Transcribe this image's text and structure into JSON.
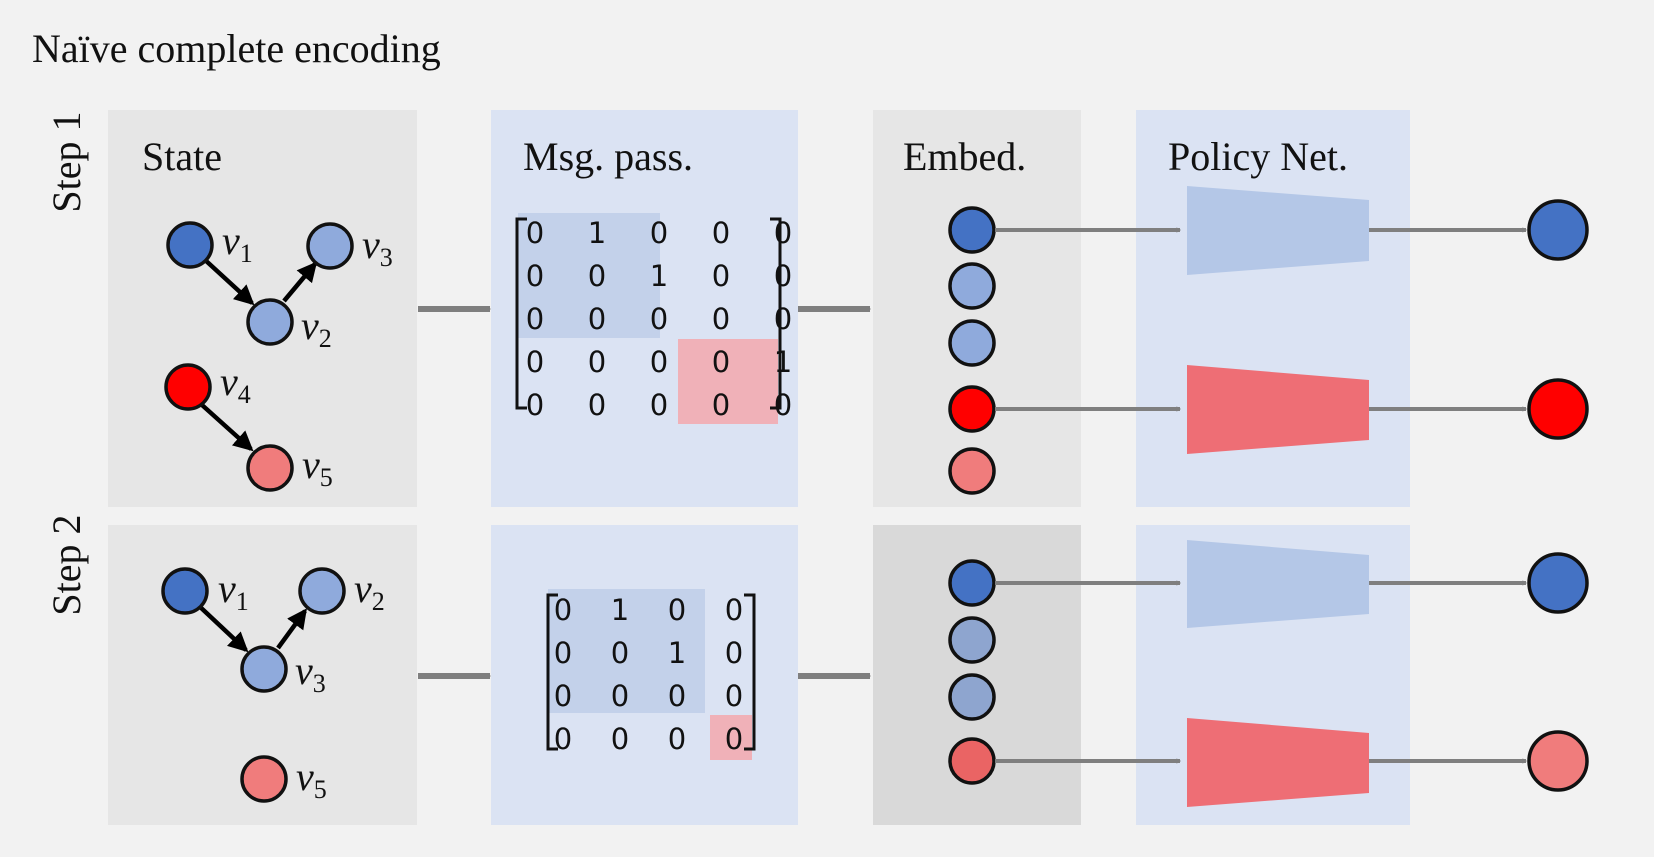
{
  "title": "Naïve complete encoding",
  "colors": {
    "background": "#f2f2f2",
    "gray_panel": "#e6e6e6",
    "gray_panel_dark": "#d9d9d9",
    "blue_panel": "#dbe3f3",
    "blue_highlight": "#c3d1ea",
    "red_highlight": "#f0b1b8",
    "node_blue_dark": "#4472c4",
    "node_blue_light": "#8faadc",
    "node_blue_mid": "#8ea5cf",
    "node_red": "#ff0000",
    "node_red_light": "#f07c7c",
    "node_red_mid": "#ea6464",
    "trap_blue": "#b4c7e7",
    "trap_red": "#ee6e75",
    "arrow_gray": "#7f7f7f"
  },
  "panels": {
    "state": "State",
    "msg_pass": "Msg. pass.",
    "embed": "Embed.",
    "policy": "Policy Net."
  },
  "steps": [
    {
      "label": "Step 1",
      "graph_nodes": [
        {
          "name": "v",
          "sub": "1",
          "color": "node_blue_dark"
        },
        {
          "name": "v",
          "sub": "2",
          "color": "node_blue_light"
        },
        {
          "name": "v",
          "sub": "3",
          "color": "node_blue_light"
        },
        {
          "name": "v",
          "sub": "4",
          "color": "node_red"
        },
        {
          "name": "v",
          "sub": "5",
          "color": "node_red_light"
        }
      ],
      "matrix": [
        [
          "0",
          "1",
          "0",
          "0",
          "0"
        ],
        [
          "0",
          "0",
          "1",
          "0",
          "0"
        ],
        [
          "0",
          "0",
          "0",
          "0",
          "0"
        ],
        [
          "0",
          "0",
          "0",
          "0",
          "1"
        ],
        [
          "0",
          "0",
          "0",
          "0",
          "0"
        ]
      ],
      "embed_nodes": [
        "node_blue_dark",
        "node_blue_light",
        "node_blue_light",
        "node_red",
        "node_red_light"
      ],
      "policy_outputs": [
        "node_blue_dark",
        "node_red"
      ]
    },
    {
      "label": "Step 2",
      "graph_nodes": [
        {
          "name": "v",
          "sub": "1",
          "color": "node_blue_dark"
        },
        {
          "name": "v",
          "sub": "2",
          "color": "node_blue_light"
        },
        {
          "name": "v",
          "sub": "3",
          "color": "node_blue_light"
        },
        {
          "name": "v",
          "sub": "5",
          "color": "node_red_light"
        }
      ],
      "matrix": [
        [
          "0",
          "1",
          "0",
          "0"
        ],
        [
          "0",
          "0",
          "1",
          "0"
        ],
        [
          "0",
          "0",
          "0",
          "0"
        ],
        [
          "0",
          "0",
          "0",
          "0"
        ]
      ],
      "embed_nodes": [
        "node_blue_dark",
        "node_blue_mid",
        "node_blue_mid",
        "node_red_mid"
      ],
      "policy_outputs": [
        "node_blue_dark",
        "node_red_light"
      ]
    }
  ]
}
